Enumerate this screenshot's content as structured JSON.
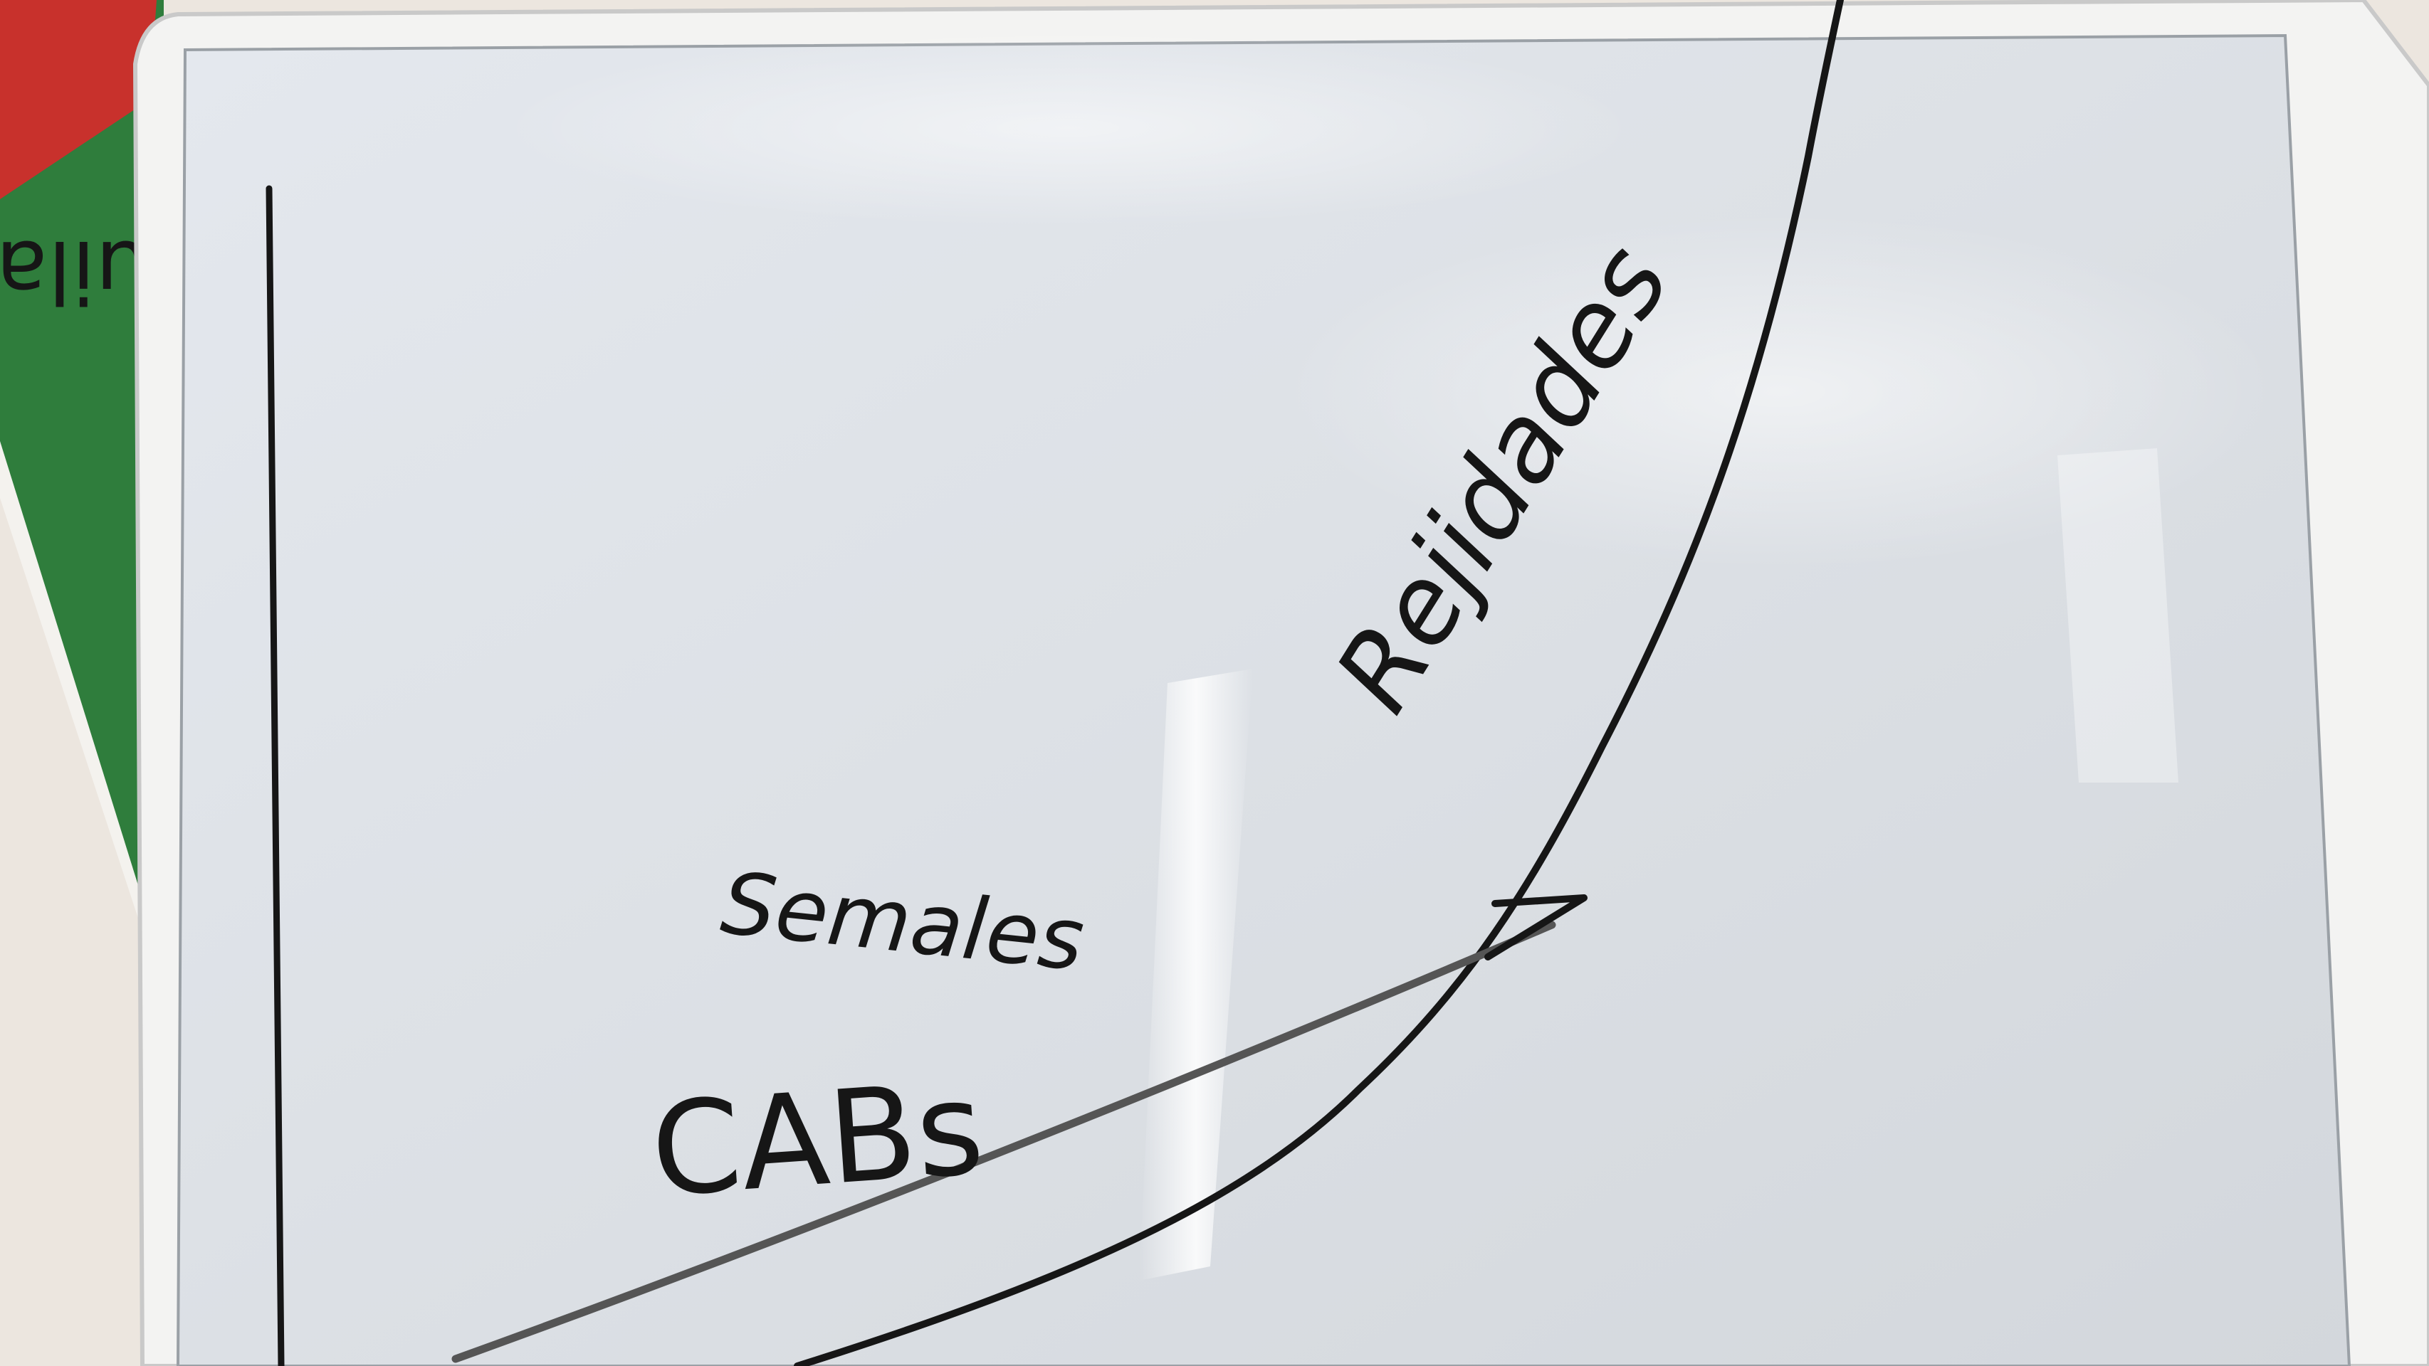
{
  "scene": {
    "description_type": "photo-of-whiteboard",
    "background_poster_fragment": "uila",
    "annotations": {
      "curve_label": "Rejidades",
      "line_label_top": "Semales",
      "line_label_bottom": "CABs"
    },
    "colors": {
      "board": "#dfe3e8",
      "board_frame": "#f1f1f0",
      "ink": "#161616",
      "poster_green": "#2f7d3c",
      "poster_red": "#c8312c"
    }
  }
}
